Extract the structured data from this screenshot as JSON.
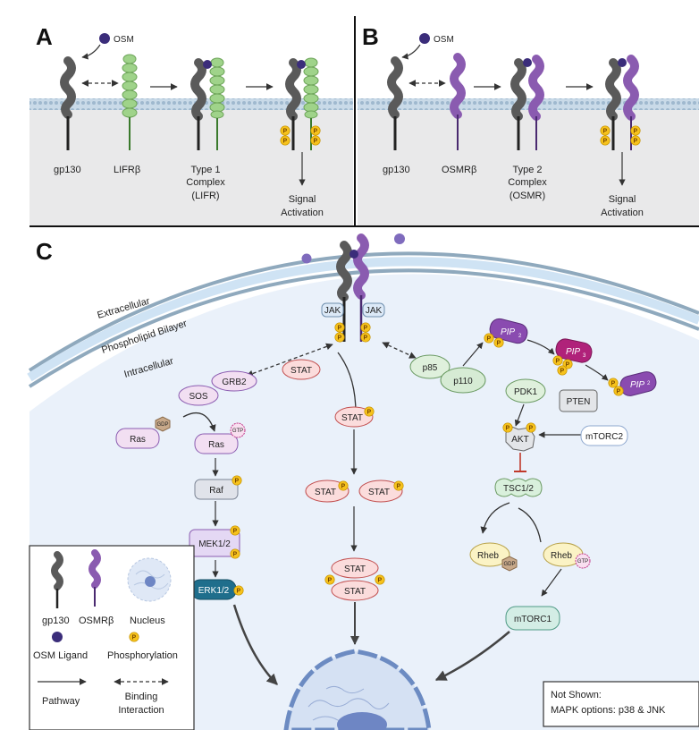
{
  "panels": {
    "a": {
      "letter": "A",
      "ligand": "OSM",
      "gp130": "gp130",
      "receptor": "LIFRβ",
      "complex_l1": "Type 1",
      "complex_l2": "Complex",
      "complex_l3": "(LIFR)",
      "signal_l1": "Signal",
      "signal_l2": "Activation"
    },
    "b": {
      "letter": "B",
      "ligand": "OSM",
      "gp130": "gp130",
      "receptor": "OSMRβ",
      "complex_l1": "Type 2",
      "complex_l2": "Complex",
      "complex_l3": "(OSMR)",
      "signal_l1": "Signal",
      "signal_l2": "Activation"
    },
    "c": {
      "letter": "C"
    }
  },
  "cell": {
    "extracellular": "Extracellular",
    "bilayer": "Phospholipid Bilayer",
    "intracellular": "Intracellular"
  },
  "phospho": "P",
  "nodes": {
    "jak": "JAK",
    "stat": "STAT",
    "grb2": "GRB2",
    "sos": "SOS",
    "ras": "Ras",
    "gdp": "GDP",
    "gtp": "GTP",
    "raf": "Raf",
    "mek": "MEK1/2",
    "erk": "ERK1/2",
    "p85": "p85",
    "p110": "p110",
    "pip": "PIP",
    "pip2_sub": "2",
    "pip3_sub": "3",
    "pdk1": "PDK1",
    "pten": "PTEN",
    "akt": "AKT",
    "mtorc2": "mTORC2",
    "tsc": "TSC1/2",
    "rheb": "Rheb",
    "mtorc1": "mTORC1"
  },
  "legend": {
    "gp130": "gp130",
    "osmr": "OSMRβ",
    "nucleus": "Nucleus",
    "ligand": "OSM Ligand",
    "phosphorylation": "Phosphorylation",
    "pathway": "Pathway",
    "binding_l1": "Binding",
    "binding_l2": "Interaction"
  },
  "note": {
    "l1": "Not Shown:",
    "l2": "MAPK options: p38 & JNK"
  },
  "colors": {
    "gp130": "#555555",
    "lifr": "#9fd38a",
    "lifr_stem": "#3a7a2c",
    "osmr": "#8a5bb0",
    "osm": "#3b2d7a",
    "phospho": "#f6c21c",
    "membrane": "#a9bfd0",
    "cytoplasm": "#eaf1fa",
    "panel_bg": "#e9e9ea"
  }
}
